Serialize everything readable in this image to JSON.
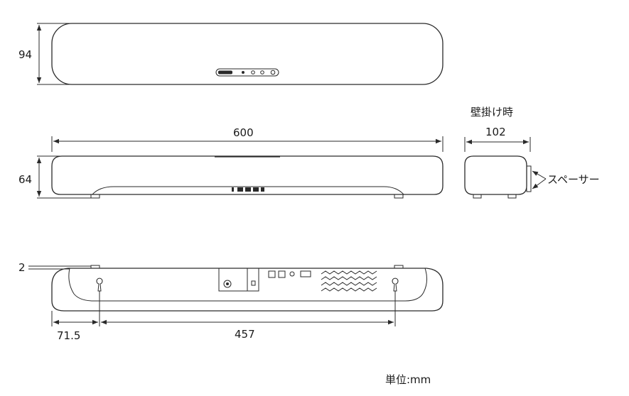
{
  "dimensions": {
    "height_front": "94",
    "width": "600",
    "height_top": "64",
    "depth_wall": "102",
    "gap": "2",
    "side_offset": "71.5",
    "hole_spacing": "457"
  },
  "labels": {
    "wall_mount": "壁掛け時",
    "spacer": "スペーサー",
    "unit": "単位:mm"
  }
}
